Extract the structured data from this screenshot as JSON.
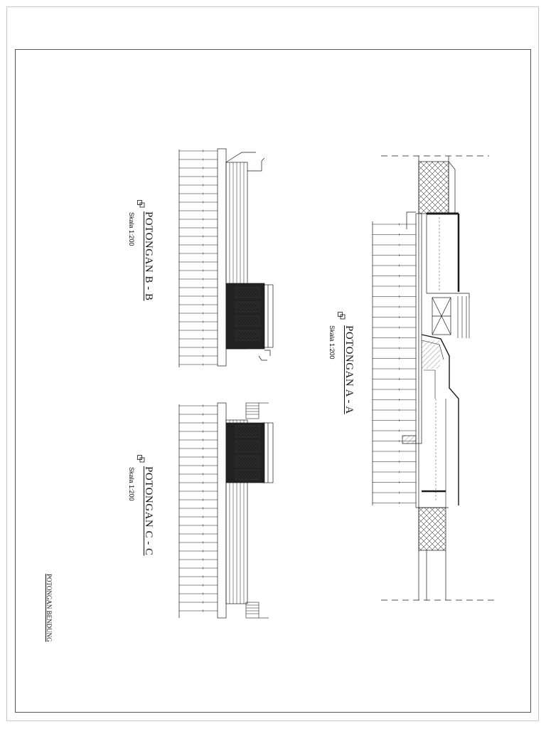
{
  "sheet": {
    "title": "POTONGAN BENDUNG"
  },
  "sections": {
    "a": {
      "title": "POTONGAN A - A",
      "scale": "Skala 1:200"
    },
    "b": {
      "title": "POTONGAN B - B",
      "scale": "Skala 1:200"
    },
    "c": {
      "title": "POTONGAN C - C",
      "scale": "Skala 1:200"
    }
  },
  "colors": {
    "line": "#1a1a1a",
    "hatch": "#777777",
    "frame": "#555555"
  }
}
